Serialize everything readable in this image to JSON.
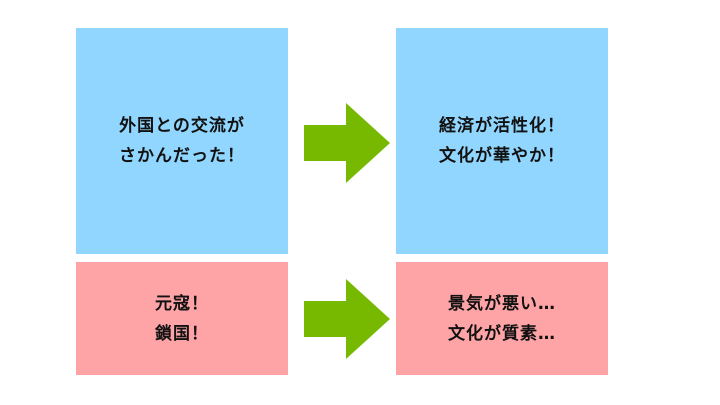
{
  "colors": {
    "positive_box": "#91d6fe",
    "negative_box": "#fea4a6",
    "arrow": "#76b900"
  },
  "top_row": {
    "cause": {
      "line1": "外国との交流が",
      "line2": "さかんだった！"
    },
    "effect": {
      "line1": "経済が活性化！",
      "line2": "文化が華やか！"
    }
  },
  "bottom_row": {
    "cause": {
      "line1": "元寇！",
      "line2": "鎖国！"
    },
    "effect": {
      "line1": "景気が悪い…",
      "line2": "文化が質素…"
    }
  }
}
